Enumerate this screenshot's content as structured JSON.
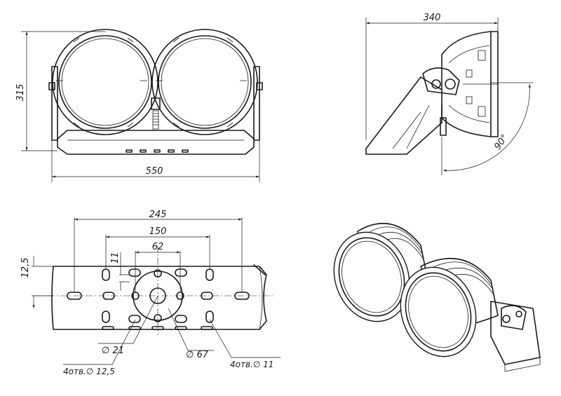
{
  "views": {
    "front": {
      "width_label": "550",
      "height_label": "315"
    },
    "side": {
      "depth_label": "340",
      "angle_label": "90°"
    },
    "bracket": {
      "span_outer": "245",
      "span_mid": "150",
      "span_inner": "62",
      "hole_offset": "11",
      "edge_offset": "12,5",
      "callout_d21": "∅ 21",
      "callout_d67": "∅ 67",
      "callout_holes_large": "4отв.∅ 12,5",
      "callout_holes_small": "4отв.∅ 11"
    }
  }
}
